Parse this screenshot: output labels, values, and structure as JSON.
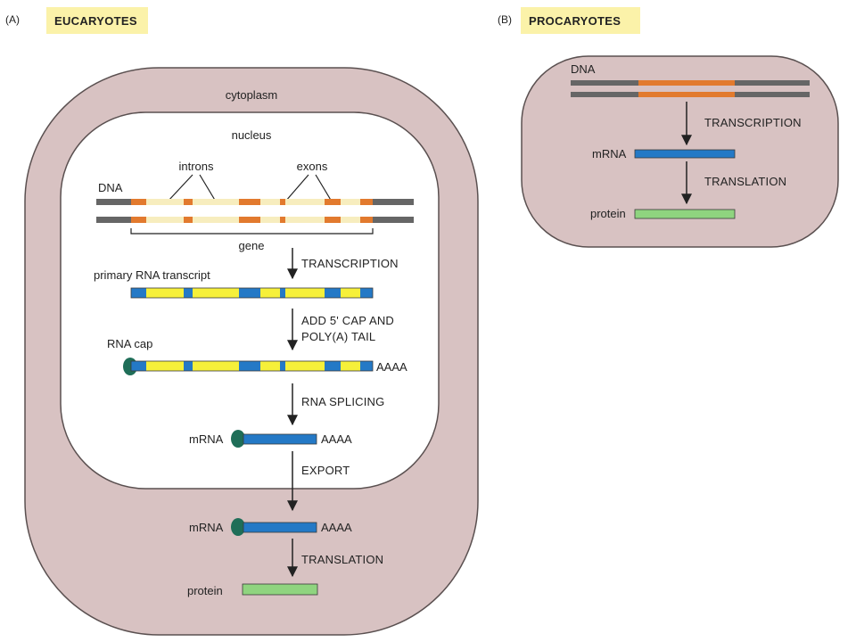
{
  "panels": {
    "eucaryotes": {
      "letter": "(A)",
      "title": "EUCARYOTES",
      "cytoplasm_label": "cytoplasm",
      "nucleus_label": "nucleus",
      "dna_label": "DNA",
      "introns_label": "introns",
      "exons_label": "exons",
      "gene_label": "gene",
      "primary_transcript_label": "primary RNA transcript",
      "rna_cap_label": "RNA cap",
      "mrna_nucleus_label": "mRNA",
      "mrna_cytoplasm_label": "mRNA",
      "protein_label": "protein",
      "poly_a_tail_1": "AAAA",
      "poly_a_tail_2": "AAAA",
      "poly_a_tail_3": "AAAA",
      "steps": {
        "transcription": "TRANSCRIPTION",
        "cap_tail_line1": "ADD 5' CAP AND",
        "cap_tail_line2": "POLY(A) TAIL",
        "splicing": "RNA SPLICING",
        "export": "EXPORT",
        "translation": "TRANSLATION"
      }
    },
    "procaryotes": {
      "letter": "(B)",
      "title": "PROCARYOTES",
      "dna_label": "DNA",
      "mrna_label": "mRNA",
      "protein_label": "protein",
      "steps": {
        "transcription": "TRANSCRIPTION",
        "translation": "TRANSLATION"
      }
    }
  },
  "colors": {
    "cell": "#d8c2c2",
    "cell_outline": "#5a5050",
    "nucleus": "#ffffff",
    "title_bg": "#fbf2a9",
    "dna_strand": "#666666",
    "intron": "#f7edbe",
    "exon": "#e27a2e",
    "rna_blue": "#2479c6",
    "rna_yellow": "#f6f03a",
    "cap": "#1f6e58",
    "protein": "#8fd47f",
    "arrow": "#222222"
  }
}
